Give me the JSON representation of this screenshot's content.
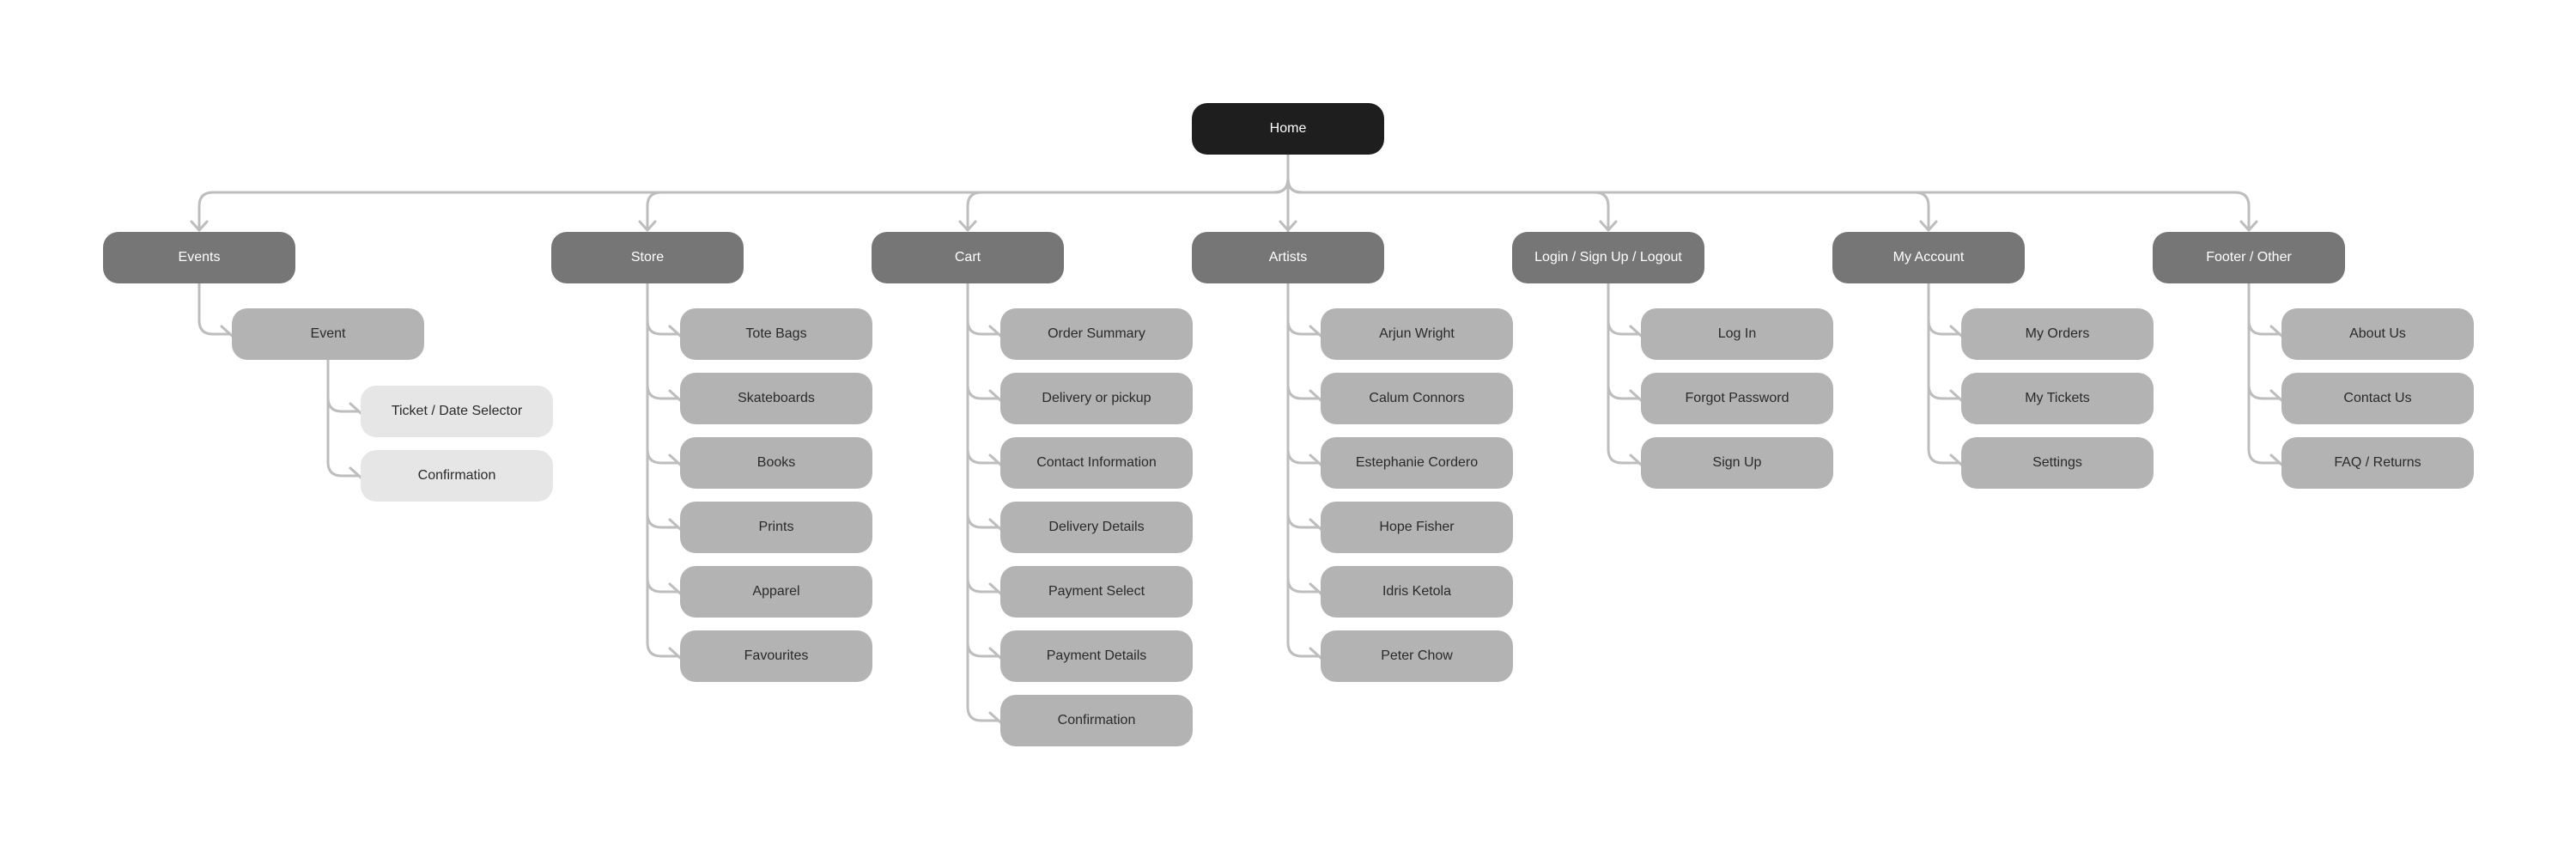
{
  "root": {
    "label": "Home"
  },
  "sections": [
    {
      "label": "Events",
      "children": [
        {
          "label": "Event",
          "children": [
            {
              "label": "Ticket / Date Selector"
            },
            {
              "label": "Confirmation"
            }
          ]
        }
      ]
    },
    {
      "label": "Store",
      "children": [
        {
          "label": "Tote Bags"
        },
        {
          "label": "Skateboards"
        },
        {
          "label": "Books"
        },
        {
          "label": "Prints"
        },
        {
          "label": "Apparel"
        },
        {
          "label": "Favourites"
        }
      ]
    },
    {
      "label": "Cart",
      "children": [
        {
          "label": "Order Summary"
        },
        {
          "label": "Delivery or pickup"
        },
        {
          "label": "Contact Information"
        },
        {
          "label": "Delivery Details"
        },
        {
          "label": "Payment Select"
        },
        {
          "label": "Payment Details"
        },
        {
          "label": "Confirmation"
        }
      ]
    },
    {
      "label": "Artists",
      "children": [
        {
          "label": "Arjun Wright"
        },
        {
          "label": "Calum Connors"
        },
        {
          "label": "Estephanie Cordero"
        },
        {
          "label": "Hope Fisher"
        },
        {
          "label": "Idris Ketola"
        },
        {
          "label": "Peter Chow"
        }
      ]
    },
    {
      "label": "Login / Sign Up / Logout",
      "children": [
        {
          "label": "Log In"
        },
        {
          "label": "Forgot Password"
        },
        {
          "label": "Sign Up"
        }
      ]
    },
    {
      "label": "My Account",
      "children": [
        {
          "label": "My Orders"
        },
        {
          "label": "My Tickets"
        },
        {
          "label": "Settings"
        }
      ]
    },
    {
      "label": "Footer / Other",
      "children": [
        {
          "label": "About Us"
        },
        {
          "label": "Contact Us"
        },
        {
          "label": "FAQ / Returns"
        }
      ]
    }
  ]
}
